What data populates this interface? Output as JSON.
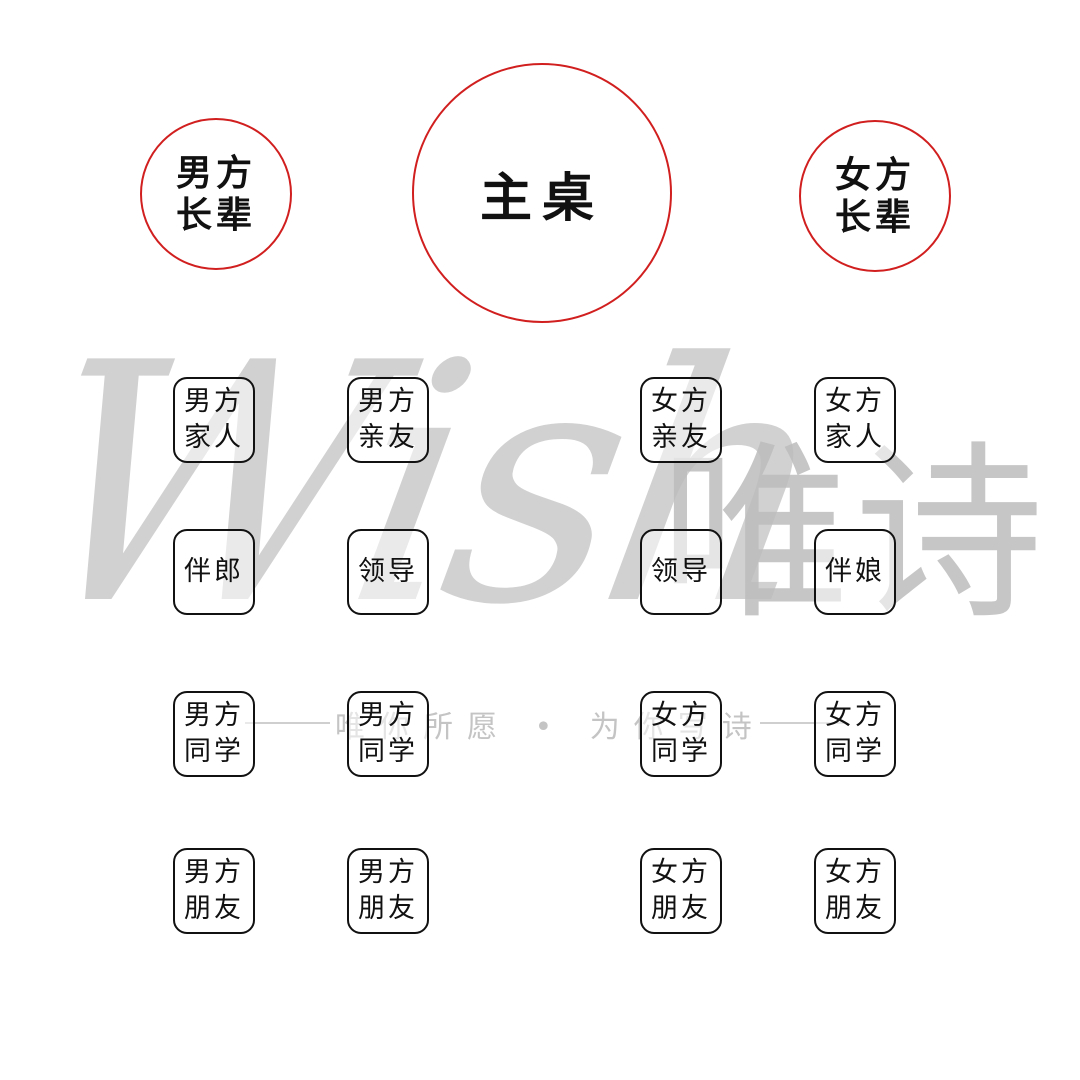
{
  "watermark": {
    "script": "Wish",
    "brand_cn": "唯诗",
    "tagline": "唯你所愿 • 为你写诗"
  },
  "round_tables": [
    {
      "label": "男方\n长辈"
    },
    {
      "label": "主桌"
    },
    {
      "label": "女方\n长辈"
    }
  ],
  "square_tables": [
    {
      "label": "男方\n家人"
    },
    {
      "label": "男方\n亲友"
    },
    {
      "label": "女方\n亲友"
    },
    {
      "label": "女方\n家人"
    },
    {
      "label": "伴郎"
    },
    {
      "label": "领导"
    },
    {
      "label": "领导"
    },
    {
      "label": "伴娘"
    },
    {
      "label": "男方\n同学"
    },
    {
      "label": "男方\n同学"
    },
    {
      "label": "女方\n同学"
    },
    {
      "label": "女方\n同学"
    },
    {
      "label": "男方\n朋友"
    },
    {
      "label": "男方\n朋友"
    },
    {
      "label": "女方\n朋友"
    },
    {
      "label": "女方\n朋友"
    }
  ],
  "colors": {
    "round_table_border": "#d11f1f",
    "square_table_border": "#111111",
    "watermark": "#c4c4c4"
  }
}
